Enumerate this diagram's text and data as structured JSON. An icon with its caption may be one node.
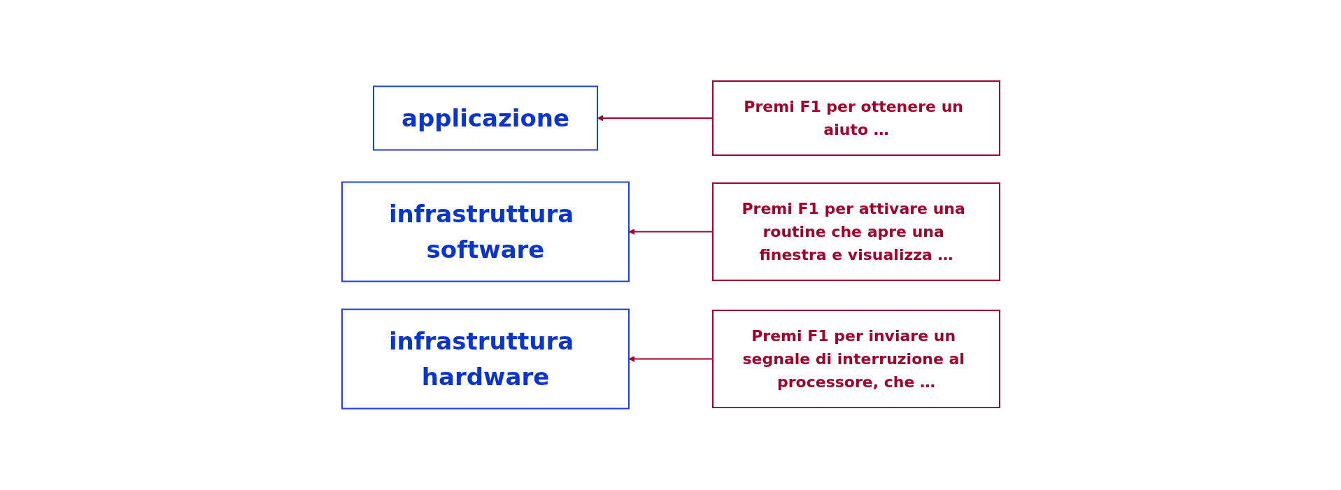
{
  "diagram": {
    "nodes": [
      {
        "text": [
          "applicazione"
        ]
      },
      {
        "text": [
          "infrastruttura software"
        ]
      },
      {
        "text": [
          "infrastruttura hardware"
        ]
      },
      {
        "text": [
          "Premi F1 per ottenere un aiuto …"
        ]
      },
      {
        "text": [
          "Premi F1 per attivare una routine che apre una finestra e visualizza …"
        ]
      },
      {
        "text": [
          "Premi F1 per inviare un segnale di interruzione al processore, che …"
        ]
      }
    ],
    "edges": [
      {
        "from": 3,
        "to": 0,
        "arrow": "to"
      },
      {
        "from": 4,
        "to": 1,
        "arrow": "to"
      },
      {
        "from": 5,
        "to": 2,
        "arrow": "to"
      }
    ]
  }
}
